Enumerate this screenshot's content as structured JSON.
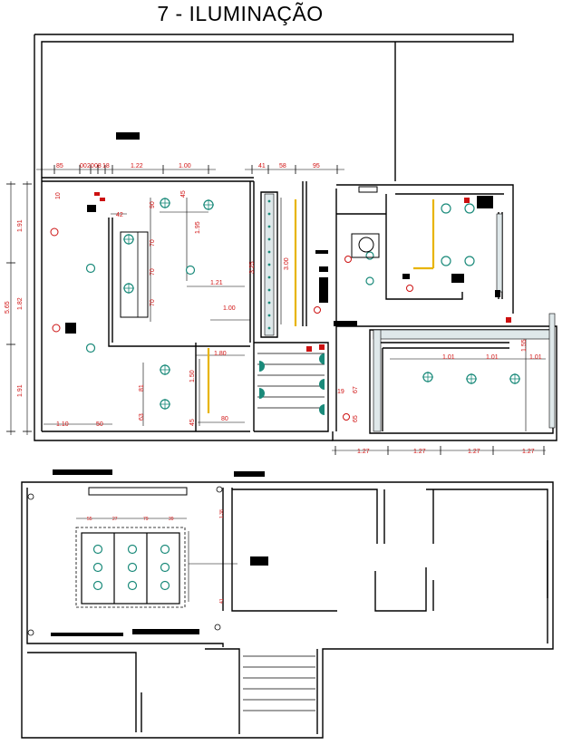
{
  "title": "7 - ILUMINAÇÃO",
  "colors": {
    "dimension": "#d01010",
    "wall": "#000000",
    "fixture": "#1a8a7a",
    "strip": "#e8b400"
  },
  "dims": {
    "top": [
      "85",
      "00",
      "20",
      "08",
      "18",
      "1.22",
      "1.00",
      "41",
      "58",
      "95"
    ],
    "left": [
      "1.91",
      "5.65",
      "1.82",
      "1.91"
    ],
    "interior": [
      "10",
      "42",
      "90",
      "45",
      "1.95",
      "70",
      "70",
      "70",
      "1.21",
      "3.25",
      "3.00",
      "1.00",
      "1.80",
      "1.50",
      "81",
      "63",
      "45",
      "80",
      "1.10",
      "50",
      "1.55",
      "1.01",
      "1.01",
      "1.01",
      "1.27",
      "1.27",
      "1.27",
      "1.27",
      "67",
      "65",
      "19"
    ],
    "lower": [
      "55",
      "27",
      "79",
      "39",
      "1.38",
      "41"
    ]
  },
  "icons": [
    "ceiling-light-icon",
    "wall-light-icon",
    "switch-icon",
    "led-strip-icon"
  ]
}
